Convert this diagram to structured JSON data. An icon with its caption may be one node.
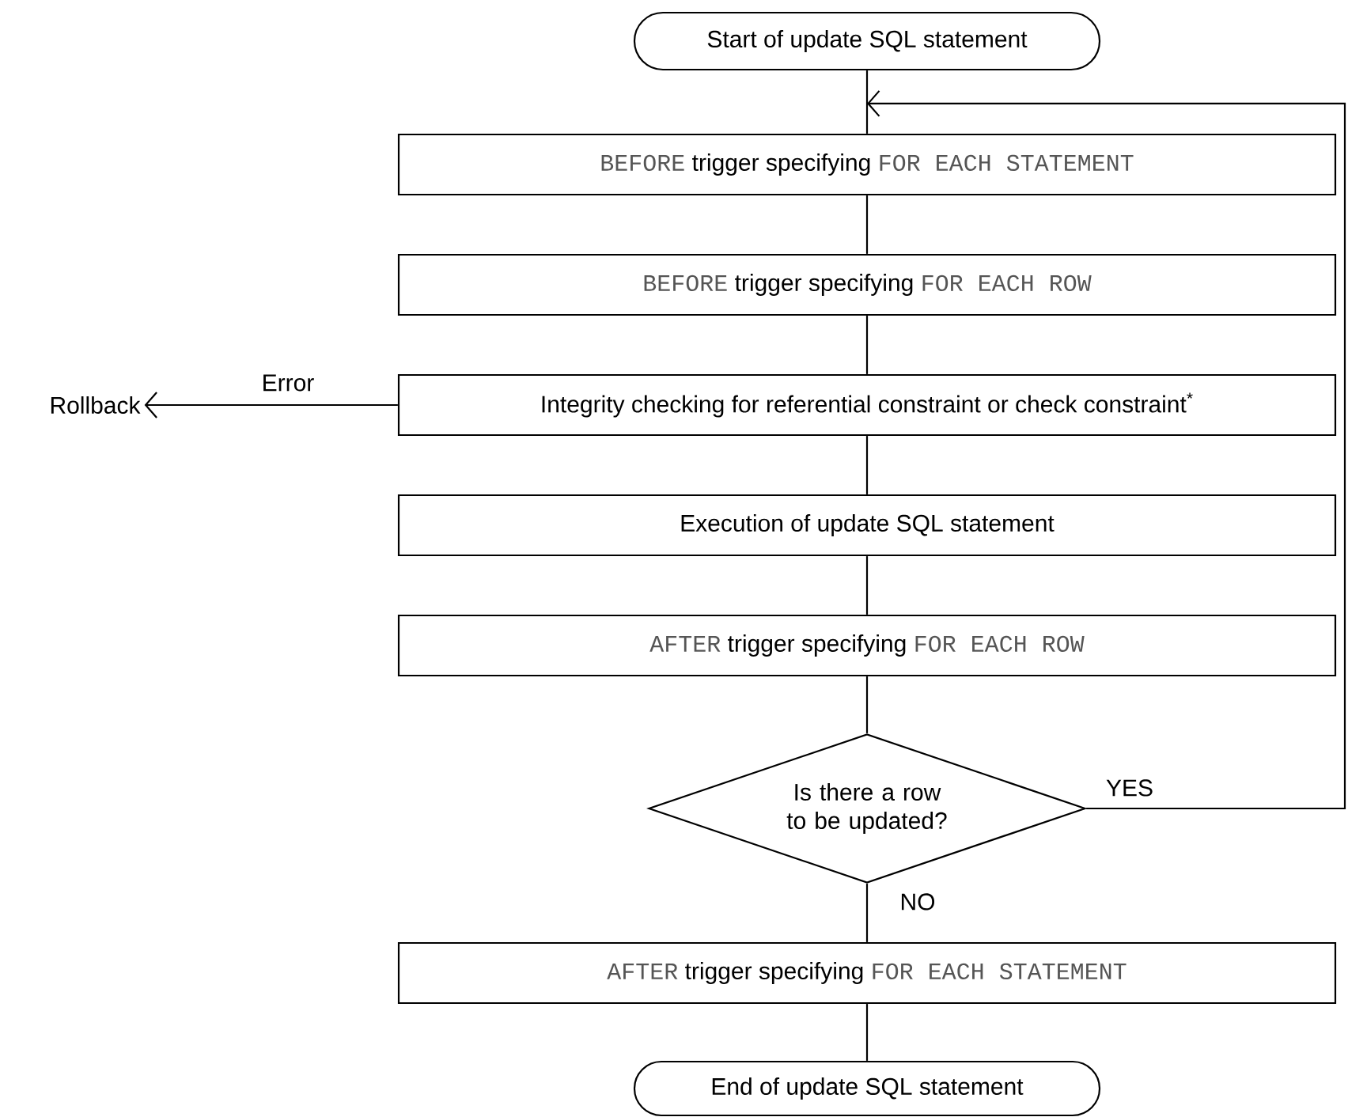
{
  "diagram": {
    "nodes": [
      {
        "text": [
          "Start of update SQL statement"
        ]
      },
      {
        "text": [
          "BEFORE",
          "trigger specifying",
          "FOR EACH STATEMENT"
        ]
      },
      {
        "text": [
          "BEFORE",
          "trigger specifying",
          "FOR EACH ROW"
        ]
      },
      {
        "text": [
          "Integrity checking for referential constraint or check constraint$^{*}$"
        ]
      },
      {
        "text": [
          "Execution of update SQL statement"
        ]
      },
      {
        "text": [
          "AFTER",
          "trigger specifying",
          "FOR EACH ROW"
        ]
      },
      {
        "text": [
          "Is there a row to be updated?"
        ]
      },
      {
        "text": [
          "AFTER",
          "trigger specifying",
          "FOR EACH STATEMENT"
        ]
      },
      {
        "text": [
          "End of update SQL statement"
        ]
      },
      {
        "text": [
          "Rollback"
        ]
      }
    ],
    "edges": [
      {
        "from": 0,
        "to": 1,
        "arrow": "none"
      },
      {
        "from": 1,
        "to": 2,
        "arrow": "none"
      },
      {
        "from": 2,
        "to": 3,
        "arrow": "none"
      },
      {
        "from": 3,
        "to": 4,
        "arrow": "none"
      },
      {
        "from": 4,
        "to": 5,
        "arrow": "none"
      },
      {
        "from": 5,
        "to": 6,
        "arrow": "none"
      },
      {
        "from": 6,
        "to": 7,
        "arrow": "none",
        "label": "NO"
      },
      {
        "from": 7,
        "to": 8,
        "arrow": "none"
      },
      {
        "from": 6,
        "to": 1,
        "arrow": "to",
        "label": "YES"
      },
      {
        "from": 3,
        "to": 9,
        "arrow": "to",
        "label": "Error"
      }
    ]
  }
}
